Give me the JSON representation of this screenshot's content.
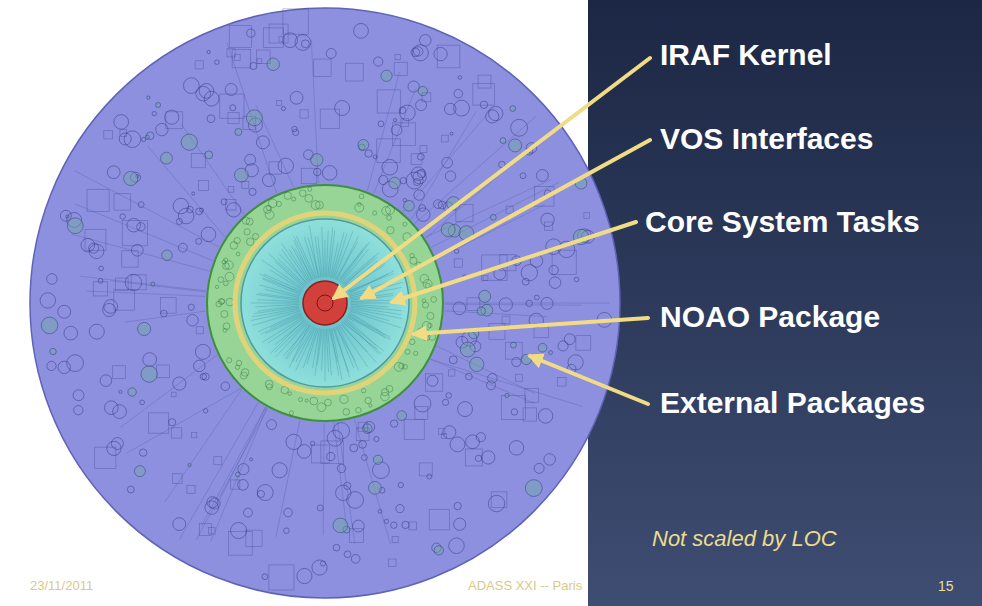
{
  "diagram": {
    "labels": [
      "IRAF Kernel",
      "VOS Interfaces",
      "Core System Tasks",
      "NOAO Package",
      "External Packages",
      "Not scaled by LOC",
      "23/11/2011",
      "ADASS XXI -- Paris",
      "15"
    ]
  }
}
